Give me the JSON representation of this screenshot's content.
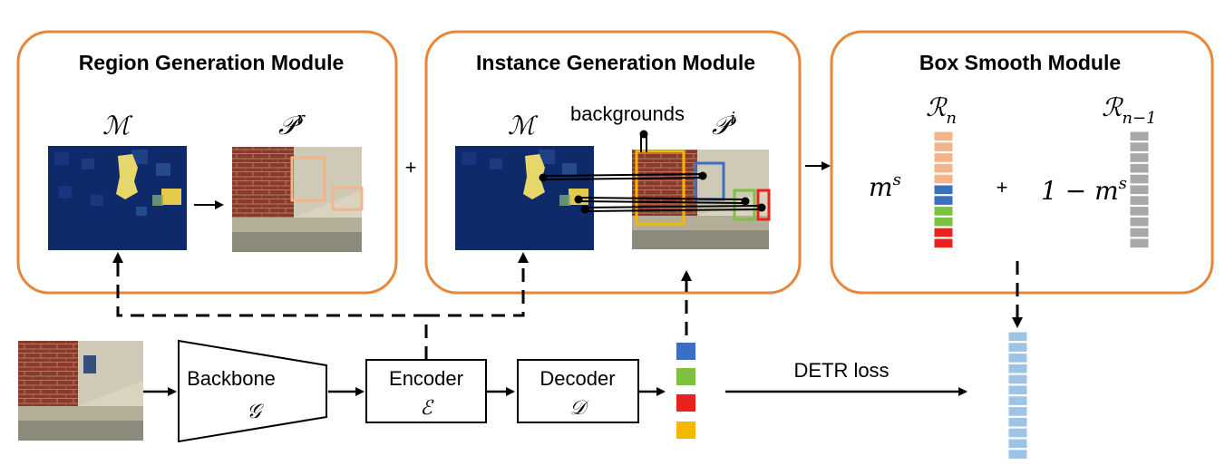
{
  "modules": {
    "region": {
      "title": "Region Generation Module",
      "map_label": "ℳ",
      "proposal_label": "𝒫",
      "proposal_sup": "r"
    },
    "instance": {
      "title": "Instance Generation Module",
      "map_label": "ℳ",
      "backgrounds_label": "backgrounds",
      "proposal_label": "𝒫",
      "proposal_sup": "i"
    },
    "smooth": {
      "title": "Box Smooth Module",
      "rn_label": "ℛ",
      "rn_sub": "n",
      "rn1_label": "ℛ",
      "rn1_sub": "n−1",
      "ms_label": "m",
      "ms_sup": "s",
      "plus": "+",
      "one_minus": "1 − m",
      "one_minus_sup": "s"
    }
  },
  "plus_between": "+",
  "pipeline": {
    "backbone": {
      "label": "Backbone",
      "symbol": "𝒢"
    },
    "encoder": {
      "label": "Encoder",
      "symbol": "ℰ"
    },
    "decoder": {
      "label": "Decoder",
      "symbol": "𝒟"
    },
    "loss_label": "DETR loss"
  },
  "colors": {
    "module_border": "#E8863A",
    "query_blue": "#3A6FC4",
    "query_green": "#7CC142",
    "query_red": "#E8221E",
    "query_yellow": "#F5B800",
    "rn_orange": "#F4B48A",
    "rn1_gray": "#A8A8A8",
    "output_blue": "#9DC3E6"
  }
}
